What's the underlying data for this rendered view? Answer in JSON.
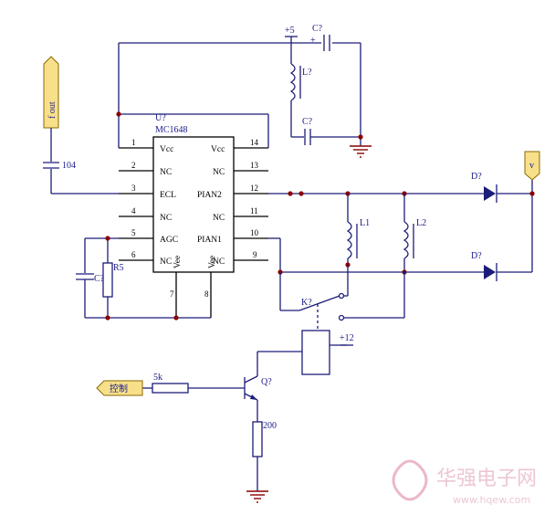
{
  "chip": {
    "ref": "U?",
    "part": "MC1648",
    "left_pins": [
      {
        "num": "1",
        "name": "Vcc"
      },
      {
        "num": "2",
        "name": "NC"
      },
      {
        "num": "3",
        "name": "ECL"
      },
      {
        "num": "4",
        "name": "NC"
      },
      {
        "num": "5",
        "name": "AGC"
      },
      {
        "num": "6",
        "name": "NC"
      }
    ],
    "right_pins": [
      {
        "num": "14",
        "name": "Vcc"
      },
      {
        "num": "13",
        "name": "NC"
      },
      {
        "num": "12",
        "name": "PIAN2"
      },
      {
        "num": "11",
        "name": "NC"
      },
      {
        "num": "10",
        "name": "PIAN1"
      },
      {
        "num": "9",
        "name": "NC"
      }
    ],
    "bottom_pins": [
      {
        "num": "7",
        "name": "Vee"
      },
      {
        "num": "8",
        "name": "Vee"
      }
    ]
  },
  "ports": {
    "fout": "f out",
    "v": "v",
    "control": "控制"
  },
  "components": {
    "cap_104": "104",
    "cap_top": "C?",
    "cap_mid": "C?",
    "cap_left": "C?",
    "inductor_top": "L?",
    "inductor_l1": "L1",
    "inductor_l2": "L2",
    "resistor_r5": "R5",
    "resistor_5k": "5k",
    "resistor_200": "200",
    "diode_top": "D?",
    "diode_bottom": "D?",
    "relay": "K?",
    "transistor": "Q?",
    "supply_5": "+5",
    "supply_12": "+12",
    "cap_plus": "+"
  },
  "watermark": {
    "brand": "华强电子网",
    "url": "www.hqew.com"
  }
}
